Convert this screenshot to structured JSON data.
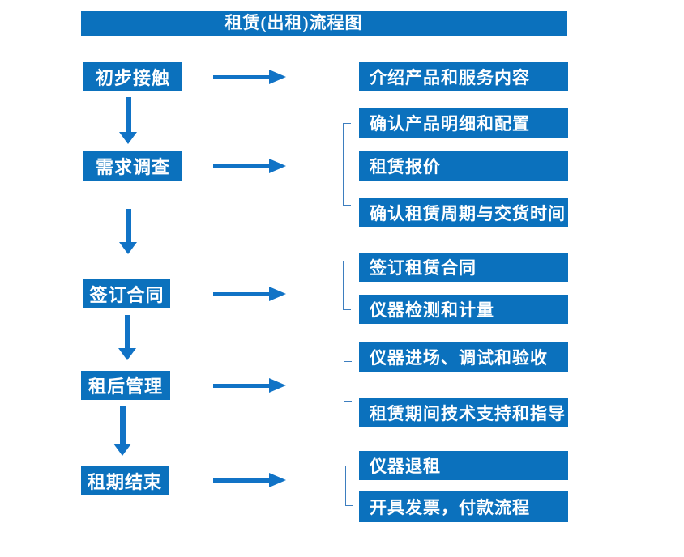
{
  "colors": {
    "primary": "#0b71bd",
    "arrow": "#1173c6",
    "bracket": "#3d7ebf",
    "boxtext": "#ffffff",
    "bg": "#ffffff"
  },
  "flow": {
    "title": "租赁(出租)流程图",
    "steps": [
      {
        "label": "初步接触",
        "outputs": [
          "介绍产品和服务内容"
        ]
      },
      {
        "label": "需求调查",
        "outputs": [
          "确认产品明细和配置",
          "租赁报价",
          "确认租赁周期与交货时间"
        ]
      },
      {
        "label": "签订合同",
        "outputs": [
          "签订租赁合同",
          "仪器检测和计量"
        ]
      },
      {
        "label": "租后管理",
        "outputs": [
          "仪器进场、调试和验收",
          "租赁期间技术支持和指导"
        ]
      },
      {
        "label": "租期结束",
        "outputs": [
          "仪器退租",
          "开具发票，付款流程"
        ]
      }
    ]
  }
}
